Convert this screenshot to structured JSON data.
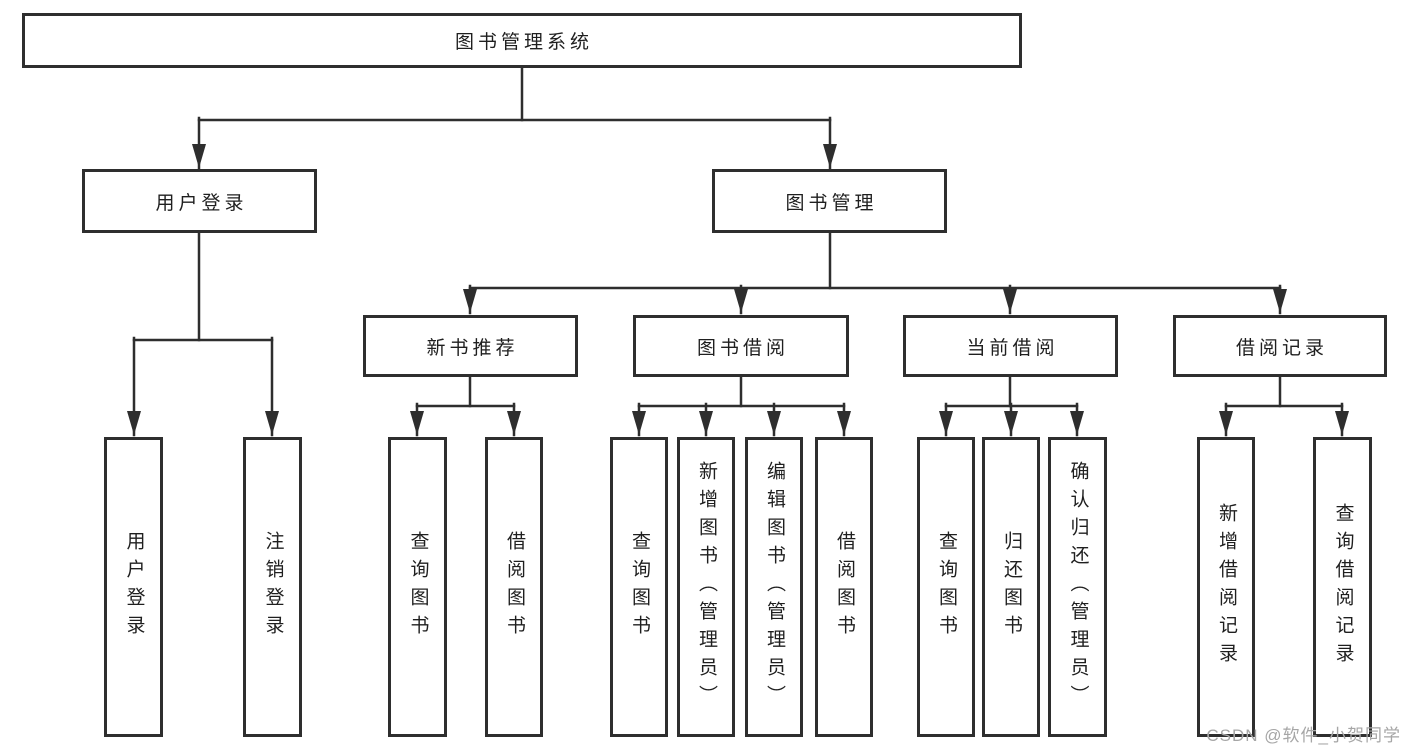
{
  "tree": {
    "root": {
      "label": "图书管理系统"
    },
    "branches": [
      {
        "label": "用户登录",
        "leaves": [
          {
            "label": "用户登录"
          },
          {
            "label": "注销登录"
          }
        ]
      },
      {
        "label": "图书管理",
        "groups": [
          {
            "label": "新书推荐",
            "leaves": [
              {
                "label": "查询图书"
              },
              {
                "label": "借阅图书"
              }
            ]
          },
          {
            "label": "图书借阅",
            "leaves": [
              {
                "label": "查询图书"
              },
              {
                "label": "新增图书（管理员）"
              },
              {
                "label": "编辑图书（管理员）"
              },
              {
                "label": "借阅图书"
              }
            ]
          },
          {
            "label": "当前借阅",
            "leaves": [
              {
                "label": "查询图书"
              },
              {
                "label": "归还图书"
              },
              {
                "label": "确认归还（管理员）"
              }
            ]
          },
          {
            "label": "借阅记录",
            "leaves": [
              {
                "label": "新增借阅记录"
              },
              {
                "label": "查询借阅记录"
              }
            ]
          }
        ]
      }
    ]
  },
  "watermark": {
    "text": "CSDN @软件_小贺同学"
  },
  "colors": {
    "line": "#2e2e2e",
    "box_border": "#2e2e2e",
    "box_fill": "#ffffff",
    "text": "#1f1f1f",
    "watermark": "#a6a6a6"
  }
}
